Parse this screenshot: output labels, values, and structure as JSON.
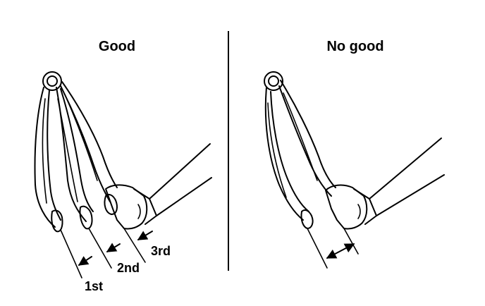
{
  "panels": {
    "good": {
      "title": "Good",
      "labels": [
        "1st",
        "2nd",
        "3rd"
      ]
    },
    "no_good": {
      "title": "No good"
    }
  }
}
